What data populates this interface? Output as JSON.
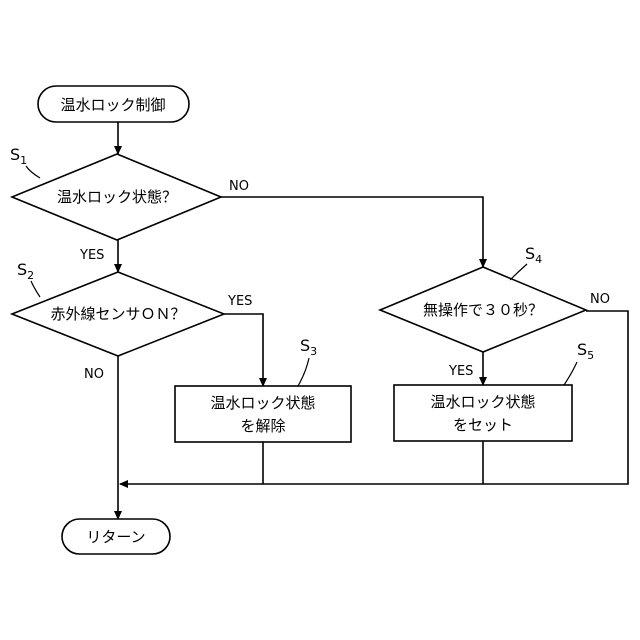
{
  "nodes": {
    "start": "温水ロック制御",
    "s1": "温水ロック状態？",
    "s2": "赤外線センサＯＮ？",
    "s3_line1": "温水ロック状態",
    "s3_line2": "を解除",
    "s4": "無操作で３０秒？",
    "s5_line1": "温水ロック状態",
    "s5_line2": "をセット",
    "end": "リターン"
  },
  "step_labels": {
    "s1": {
      "main": "S",
      "sub": "1"
    },
    "s2": {
      "main": "S",
      "sub": "2"
    },
    "s3": {
      "main": "S",
      "sub": "3"
    },
    "s4": {
      "main": "S",
      "sub": "4"
    },
    "s5": {
      "main": "S",
      "sub": "5"
    }
  },
  "branches": {
    "s1_no": "NO",
    "s1_yes": "YES",
    "s2_yes": "YES",
    "s2_no": "NO",
    "s4_yes": "YES",
    "s4_no": "NO"
  }
}
